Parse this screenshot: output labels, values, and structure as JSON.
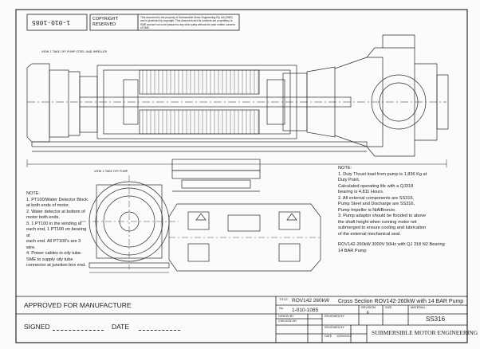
{
  "sheet": {
    "drawing_number_rotated": "1-010-1085",
    "copyright_label_line1": "COPYRIGHT",
    "copyright_label_line2": "RESERVED",
    "copyright_text": "This document is the property of Submersible Motor Engineering Pty Ltd (SME) and is protected by copyright. This document and its contents are proprietary to SME and are not to be passed to any other party without the prior written consent of SME."
  },
  "views": {
    "main_view_label": "VIEW 1 TAKE OFF PUMP STEEL AND IMPELLER",
    "end_view_label": "VIEW 2 TAKE OFF PUMP"
  },
  "notes_left": {
    "heading": "NOTE:",
    "lines": [
      "1. PT100/Water Detector Block",
      "at both ends of motor.",
      "2. Water detector at bottom of",
      "motor both ends.",
      "3. 1 PT100 in the winding at",
      "each end, 1 PT100 on bearing at",
      "each end. All PT100's are 3",
      "wire.",
      "4. Power cables in oily tube.",
      "SME to supply oily tube",
      "connector at junction box end."
    ]
  },
  "notes_right": {
    "heading": "NOTE:",
    "lines": [
      "1. Duty Thrust load from pump is 1,836 Kg at",
      "Duty Point.",
      "Calculated operating life with a QJ318",
      "bearing is 4,811 Hours.",
      "2. All external components are SS316,",
      "Pump Steel and Discharge are SS316,",
      "Pump Impeller is NiAlBronze.",
      "3. Pump adaptor should be flooded to above",
      "the shaft height when running motor not",
      "submerged to ensure cooling and lubrication",
      "of the external mechanical seal."
    ],
    "footer_lines": [
      "ROV142-260kW 3000V 50Hz with QJ 318 N2 Bearing",
      "14 BAR Pump"
    ]
  },
  "approval": {
    "title": "APPROVED FOR MANUFACTURE",
    "signed_label": "SIGNED",
    "date_label": "DATE"
  },
  "title_block": {
    "title_label": "TITLE",
    "model": "ROV142 260kW",
    "description": "Cross Section ROV142-260kW with 14 BAR Pump",
    "no_label": "No.",
    "drawing_no": "1-010-1085",
    "revision_label": "REVISION",
    "revision": "E",
    "size_label": "SIZE",
    "size": "",
    "material_label": "MATERIAL",
    "material": "SS316",
    "design_by_label": "DESIGN BY",
    "checked_by_label": "CHECKED BY",
    "reviewed_by_label": "REVIEWED BY",
    "reviewed_by2_label": "REVIEWED BY",
    "design_by": "",
    "checked_by": "",
    "reviewed_by": "",
    "date_label": "DATE",
    "date": "12/09/2012",
    "company": "SUBMERSIBLE MOTOR ENGINEERING"
  }
}
